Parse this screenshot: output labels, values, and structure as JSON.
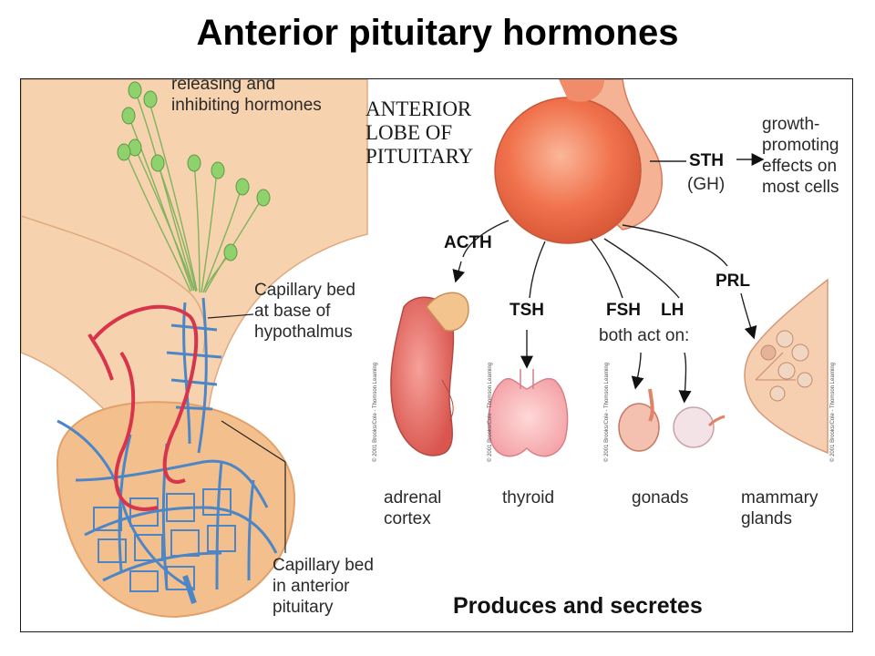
{
  "title": "Anterior pituitary hormones",
  "labels": {
    "releasing": "releasing and\ninhibiting hormones",
    "lobe": "ANTERIOR\nLOBE OF\nPITUITARY",
    "growth": "growth-\npromoting\neffects on\nmost cells",
    "sth": "STH",
    "gh": "(GH)",
    "acth": "ACTH",
    "prl": "PRL",
    "tsh": "TSH",
    "fsh": "FSH",
    "lh": "LH",
    "both": "both act on:",
    "cap_hypo": "Capillary bed\nat base of\nhypothalmus",
    "cap_ant": "Capillary bed\nin anterior\npituitary",
    "adrenal": "adrenal\ncortex",
    "thyroid": "thyroid",
    "gonads": "gonads",
    "mammary": "mammary\nglands",
    "produces": "Produces and secretes",
    "credit": "© 2001 Brooks/Cole - Thomson Learning"
  },
  "colors": {
    "tissue": "#f6cfa8",
    "pituitary": "#f27a55",
    "neurons": "#8ccf6b",
    "artery": "#d8324b",
    "vein": "#4b86c8"
  }
}
